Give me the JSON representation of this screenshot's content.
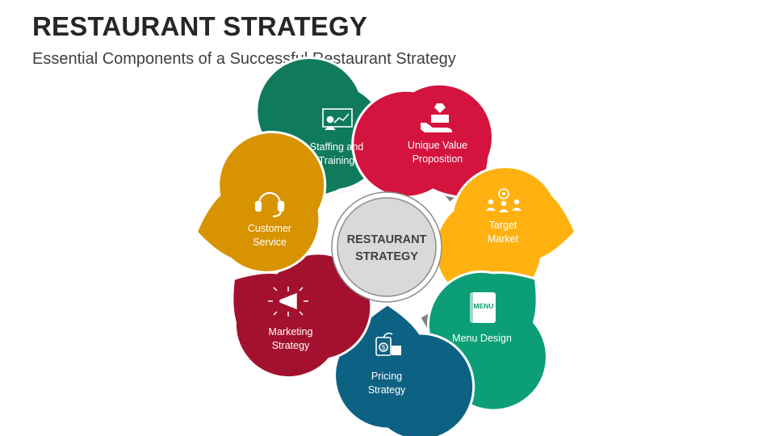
{
  "header": {
    "title": "RESTAURANT STRATEGY",
    "subtitle": "Essential Components of a Successful Restaurant Strategy"
  },
  "center": {
    "label_line1": "RESTAURANT",
    "label_line2": "STRATEGY",
    "fill": "#d9d9d9",
    "stroke": "#8c8c8c"
  },
  "petals": [
    {
      "line1": "Staffing and",
      "line2": "Training",
      "color": "#0f7b5c",
      "icon": "presentation-board-icon"
    },
    {
      "line1": "Unique Value",
      "line2": "Proposition",
      "color": "#d4143f",
      "icon": "hand-gem-icon"
    },
    {
      "line1": "Target",
      "line2": "Market",
      "color": "#ffb20f",
      "icon": "target-audience-icon"
    },
    {
      "line1": "Menu Design",
      "line2": "",
      "color": "#0c9f77",
      "icon": "menu-book-icon"
    },
    {
      "line1": "Pricing",
      "line2": "Strategy",
      "color": "#0d6283",
      "icon": "price-tag-icon"
    },
    {
      "line1": "Marketing",
      "line2": "Strategy",
      "color": "#a3112f",
      "icon": "megaphone-icon"
    },
    {
      "line1": "Customer",
      "line2": "Service",
      "color": "#d89300",
      "icon": "headset-icon"
    }
  ]
}
